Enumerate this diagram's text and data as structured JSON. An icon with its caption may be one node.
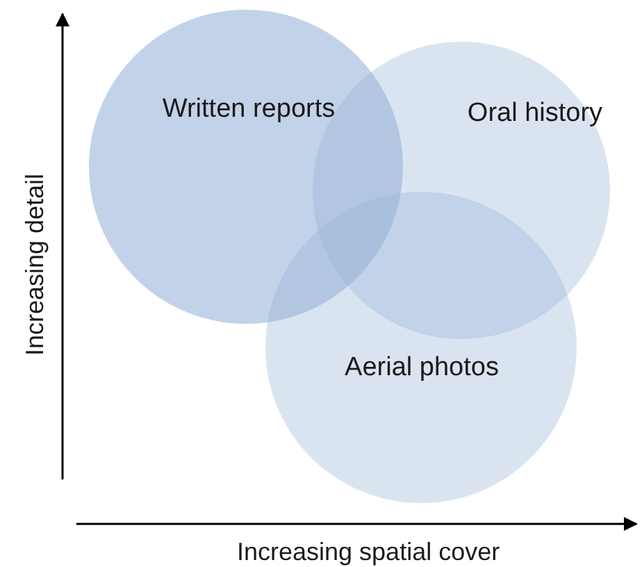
{
  "diagram": {
    "nodes": [
      {
        "text": [
          "Written reports"
        ]
      },
      {
        "text": [
          "Oral history"
        ]
      },
      {
        "text": [
          "Aerial photos"
        ]
      }
    ],
    "labels": [
      "Increasing detail",
      "Increasing spatial cover"
    ]
  }
}
